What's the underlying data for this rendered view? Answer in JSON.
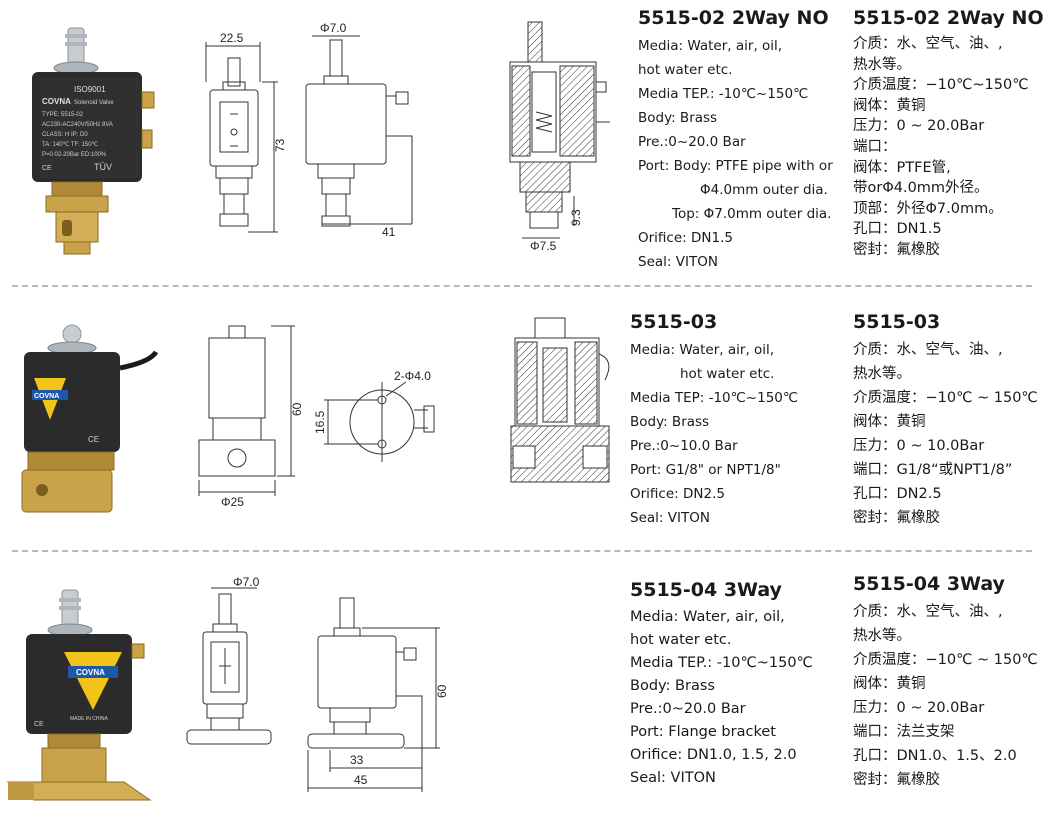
{
  "products": [
    {
      "title_en": "5515-02 2Way NO",
      "title_cn": "5515-02 2Way NO",
      "specs_en": [
        "Media: Water, air, oil,",
        " hot water etc.",
        "Media TEP.: -10℃~150℃",
        "Body: Brass",
        "Pre.:0~20.0 Bar",
        "Port: Body: PTFE pipe with or",
        "Φ4.0mm outer dia.",
        "Top: Φ7.0mm outer dia.",
        "Orifice: DN1.5",
        "Seal: VITON"
      ],
      "specs_cn": [
        "介质：水、空气、油、,",
        "热水等。",
        "介质温度：−10℃~150℃",
        "阀体：黄铜",
        "压力：0 ~ 20.0Bar",
        "端口：",
        "阀体：PTFE管,",
        "带orΦ4.0mm外径。",
        "顶部：外径Φ7.0mm。",
        "孔口：DN1.5",
        "密封：氟橡胶"
      ],
      "photo_labels": [
        "COVNA",
        "ISO9001",
        "Solenoid Valve",
        "TYPE: 5515-02",
        "AC230-AC240V/50Hz 8VA",
        "CLASS: H  IP: D0",
        "TA: 140℃  TF: 150℃",
        "P=0.02-20Bar ED:100%",
        "TÜV",
        "CE"
      ],
      "dims": {
        "d1": "22.5",
        "d2": "73",
        "d3": "Φ7.0",
        "d4": "41",
        "d5": "9.3",
        "d6": "Φ7.5"
      }
    },
    {
      "title_en": "5515-03",
      "title_cn": "5515-03",
      "specs_en": [
        "Media: Water, air, oil,",
        "hot water etc.",
        "Media TEP: -10℃~150℃",
        "Body: Brass",
        "Pre.:0~10.0 Bar",
        "Port: G1/8\" or NPT1/8\"",
        "Orifice: DN2.5",
        "Seal: VITON"
      ],
      "specs_cn": [
        "介质：水、空气、油、,",
        "热水等。",
        "介质温度：−10℃ ~ 150℃",
        "阀体：黄铜",
        "压力：0 ~ 10.0Bar",
        "端口：G1/8“或NPT1/8”",
        "孔口：DN2.5",
        "密封：氟橡胶"
      ],
      "photo_labels": [
        "COVNA",
        "CE"
      ],
      "dims": {
        "d1": "60",
        "d2": "Φ25",
        "d3": "2-Φ4.0",
        "d4": "16.5"
      }
    },
    {
      "title_en": "5515-04 3Way",
      "title_cn": "5515-04 3Way",
      "specs_en": [
        "Media: Water, air, oil,",
        "hot water etc.",
        "Media TEP.: -10℃~150℃",
        "Body: Brass",
        "Pre.:0~20.0 Bar",
        "Port: Flange bracket",
        "Orifice: DN1.0, 1.5, 2.0",
        "Seal: VITON"
      ],
      "specs_cn": [
        "介质：水、空气、油、,",
        "热水等。",
        "介质温度：−10℃ ~ 150℃",
        "阀体：黄铜",
        "压力：0 ~ 20.0Bar",
        "端口：法兰支架",
        "孔口：DN1.0、1.5、2.0",
        "密封：氟橡胶"
      ],
      "photo_labels": [
        "COVNA",
        "MADE IN CHINA",
        "CE"
      ],
      "dims": {
        "d1": "Φ7.0",
        "d2": "60",
        "d3": "33",
        "d4": "45"
      }
    }
  ],
  "colors": {
    "coil": "#2b2b2b",
    "brass": "#c9a24a",
    "brass_dark": "#8c6a22",
    "steel": "#c8cdd2",
    "covna_yellow": "#f2c318",
    "covna_blue": "#1e58a8",
    "divider": "#b9b9b9"
  }
}
